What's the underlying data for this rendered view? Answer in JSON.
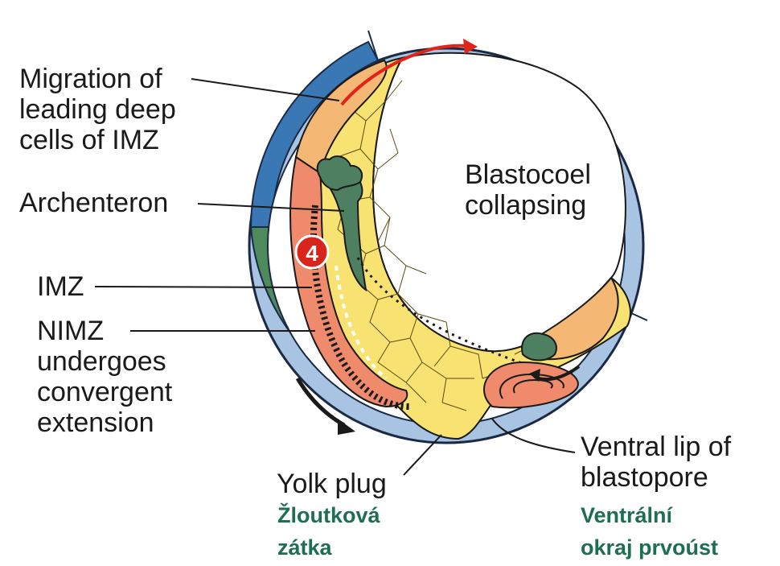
{
  "labels": {
    "migration": [
      "Migration of",
      "leading deep",
      "cells of IMZ"
    ],
    "archenteron": "Archenteron",
    "imz": "IMZ",
    "nimz": [
      "NIMZ",
      "undergoes",
      "convergent",
      "extension"
    ],
    "blastocoel": [
      "Blastocoel",
      "collapsing"
    ],
    "yolk_plug": "Yolk plug",
    "ventral_lip": [
      "Ventral lip of",
      "blastopore"
    ]
  },
  "czech": {
    "yolk_plug": [
      "Žloutková",
      "zátka"
    ],
    "ventral_lip": [
      "Ventrální",
      "okraj prvoúst"
    ]
  },
  "step_badge": "4",
  "colors": {
    "outer_ectoderm_dark": "#3a78b5",
    "outer_ectoderm_light": "#a9c4e2",
    "nimz_green": "#4f8a5c",
    "archenteron_green": "#4e7f60",
    "imz_salmon": "#ef8a6d",
    "leading_orange": "#f5b774",
    "yolk": "#f7e272",
    "arrow_red": "#e2231a",
    "czech_text": "#1e6e52"
  }
}
